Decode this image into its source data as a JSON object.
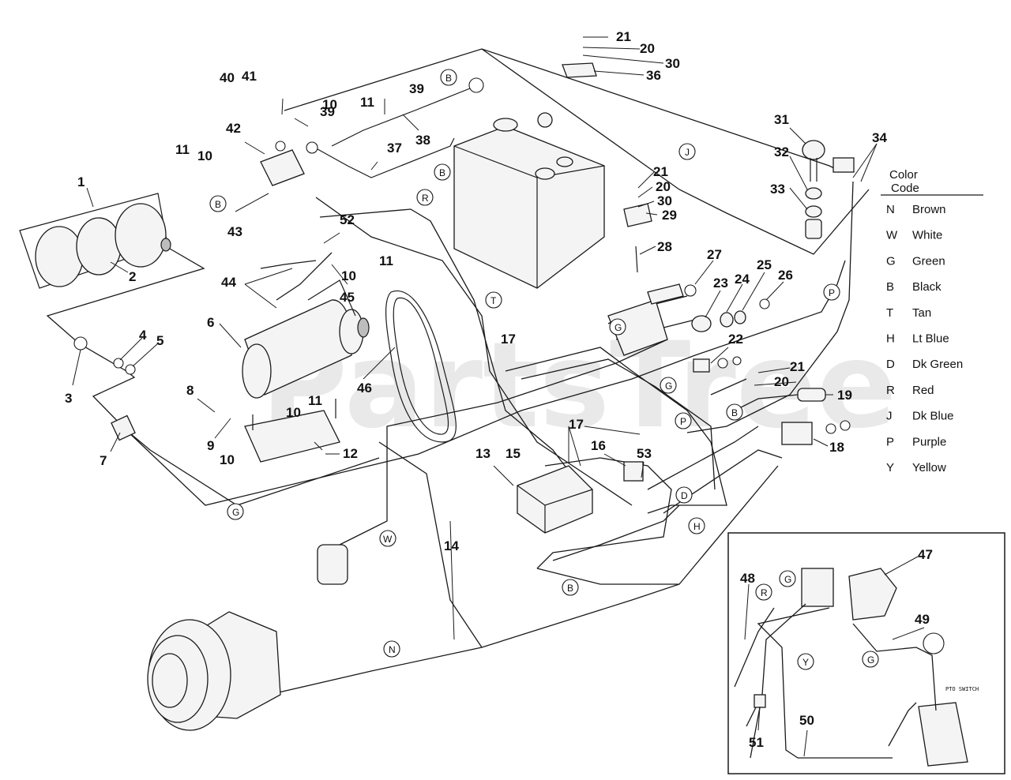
{
  "watermark": "PartsTree",
  "legend": {
    "title_line1": "Color",
    "title_line2": "Code",
    "entries": [
      {
        "code": "N",
        "color": "Brown"
      },
      {
        "code": "W",
        "color": "White"
      },
      {
        "code": "G",
        "color": "Green"
      },
      {
        "code": "B",
        "color": "Black"
      },
      {
        "code": "T",
        "color": "Tan"
      },
      {
        "code": "H",
        "color": "Lt Blue"
      },
      {
        "code": "D",
        "color": "Dk Green"
      },
      {
        "code": "R",
        "color": "Red"
      },
      {
        "code": "J",
        "color": "Dk Blue"
      },
      {
        "code": "P",
        "color": "Purple"
      },
      {
        "code": "Y",
        "color": "Yellow"
      }
    ]
  },
  "inset": {
    "switch_label": "PTO SWITCH"
  },
  "callouts": [
    "1",
    "2",
    "3",
    "4",
    "5",
    "6",
    "7",
    "8",
    "9",
    "10",
    "11",
    "12",
    "13",
    "14",
    "15",
    "16",
    "17",
    "18",
    "19",
    "20",
    "21",
    "22",
    "23",
    "24",
    "25",
    "26",
    "27",
    "28",
    "29",
    "30",
    "31",
    "32",
    "33",
    "34",
    "36",
    "37",
    "38",
    "39",
    "40",
    "41",
    "42",
    "43",
    "44",
    "45",
    "46",
    "47",
    "48",
    "49",
    "50",
    "51",
    "52",
    "53"
  ],
  "wire_markers": [
    "B",
    "R",
    "J",
    "T",
    "G",
    "P",
    "D",
    "H",
    "W",
    "N",
    "Y"
  ]
}
